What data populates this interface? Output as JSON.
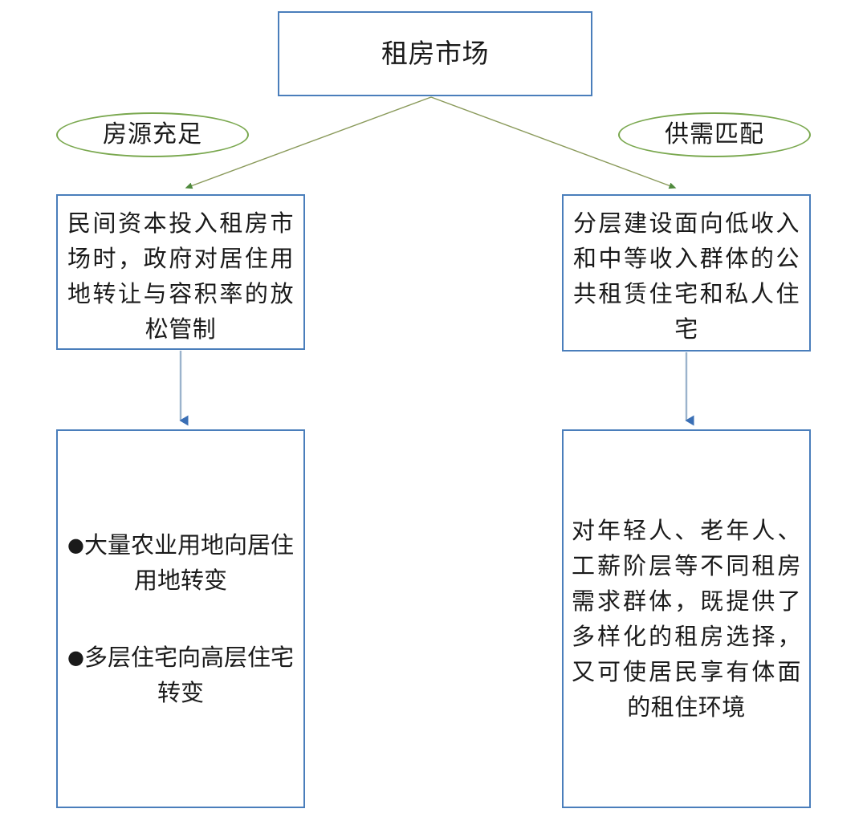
{
  "diagram": {
    "title_node": {
      "label": "租房市场"
    },
    "branch_labels": [
      {
        "id": "left",
        "label": "房源充足"
      },
      {
        "id": "right",
        "label": "供需匹配"
      }
    ],
    "mid_nodes": [
      {
        "id": "left",
        "label": "民间资本投入租房市场时，政府对居住用地转让与容积率的放松管制"
      },
      {
        "id": "right",
        "label": "分层建设面向低收入和中等收入群体的公共租赁住宅和私人住宅"
      }
    ],
    "bottom_nodes": [
      {
        "id": "left",
        "bullets": [
          {
            "marker": "●",
            "label": "大量农业用地向居住用地转变"
          },
          {
            "marker": "●",
            "label": "多层住宅向高层住宅转变"
          }
        ]
      },
      {
        "id": "right",
        "label": "对年轻人、老年人、工薪阶层等不同租房需求群体，既提供了多样化的租房选择，又可使居民享有体面的租住环境"
      }
    ],
    "connectors": [
      {
        "id": "title-to-mid-left",
        "kind": "diagonal-arrow",
        "color": "#8a9a5b"
      },
      {
        "id": "title-to-mid-right",
        "kind": "diagonal-arrow",
        "color": "#8a9a5b"
      },
      {
        "id": "mid-left-to-bottom-left",
        "kind": "vertical-arrow",
        "color": "#9bb3cc"
      },
      {
        "id": "mid-right-to-bottom-right",
        "kind": "vertical-arrow",
        "color": "#9bb3cc"
      }
    ],
    "colors": {
      "box_border": "#4a7ebb",
      "ellipse_border": "#7aa84f",
      "diagonal_arrow": "#8a9a5b",
      "diagonal_arrow_head": "#4f8a3d",
      "vertical_arrow_line": "#9bb3cc",
      "vertical_arrow_head": "#3a6fb5",
      "text": "#1a1a1a",
      "background": "#ffffff"
    }
  }
}
